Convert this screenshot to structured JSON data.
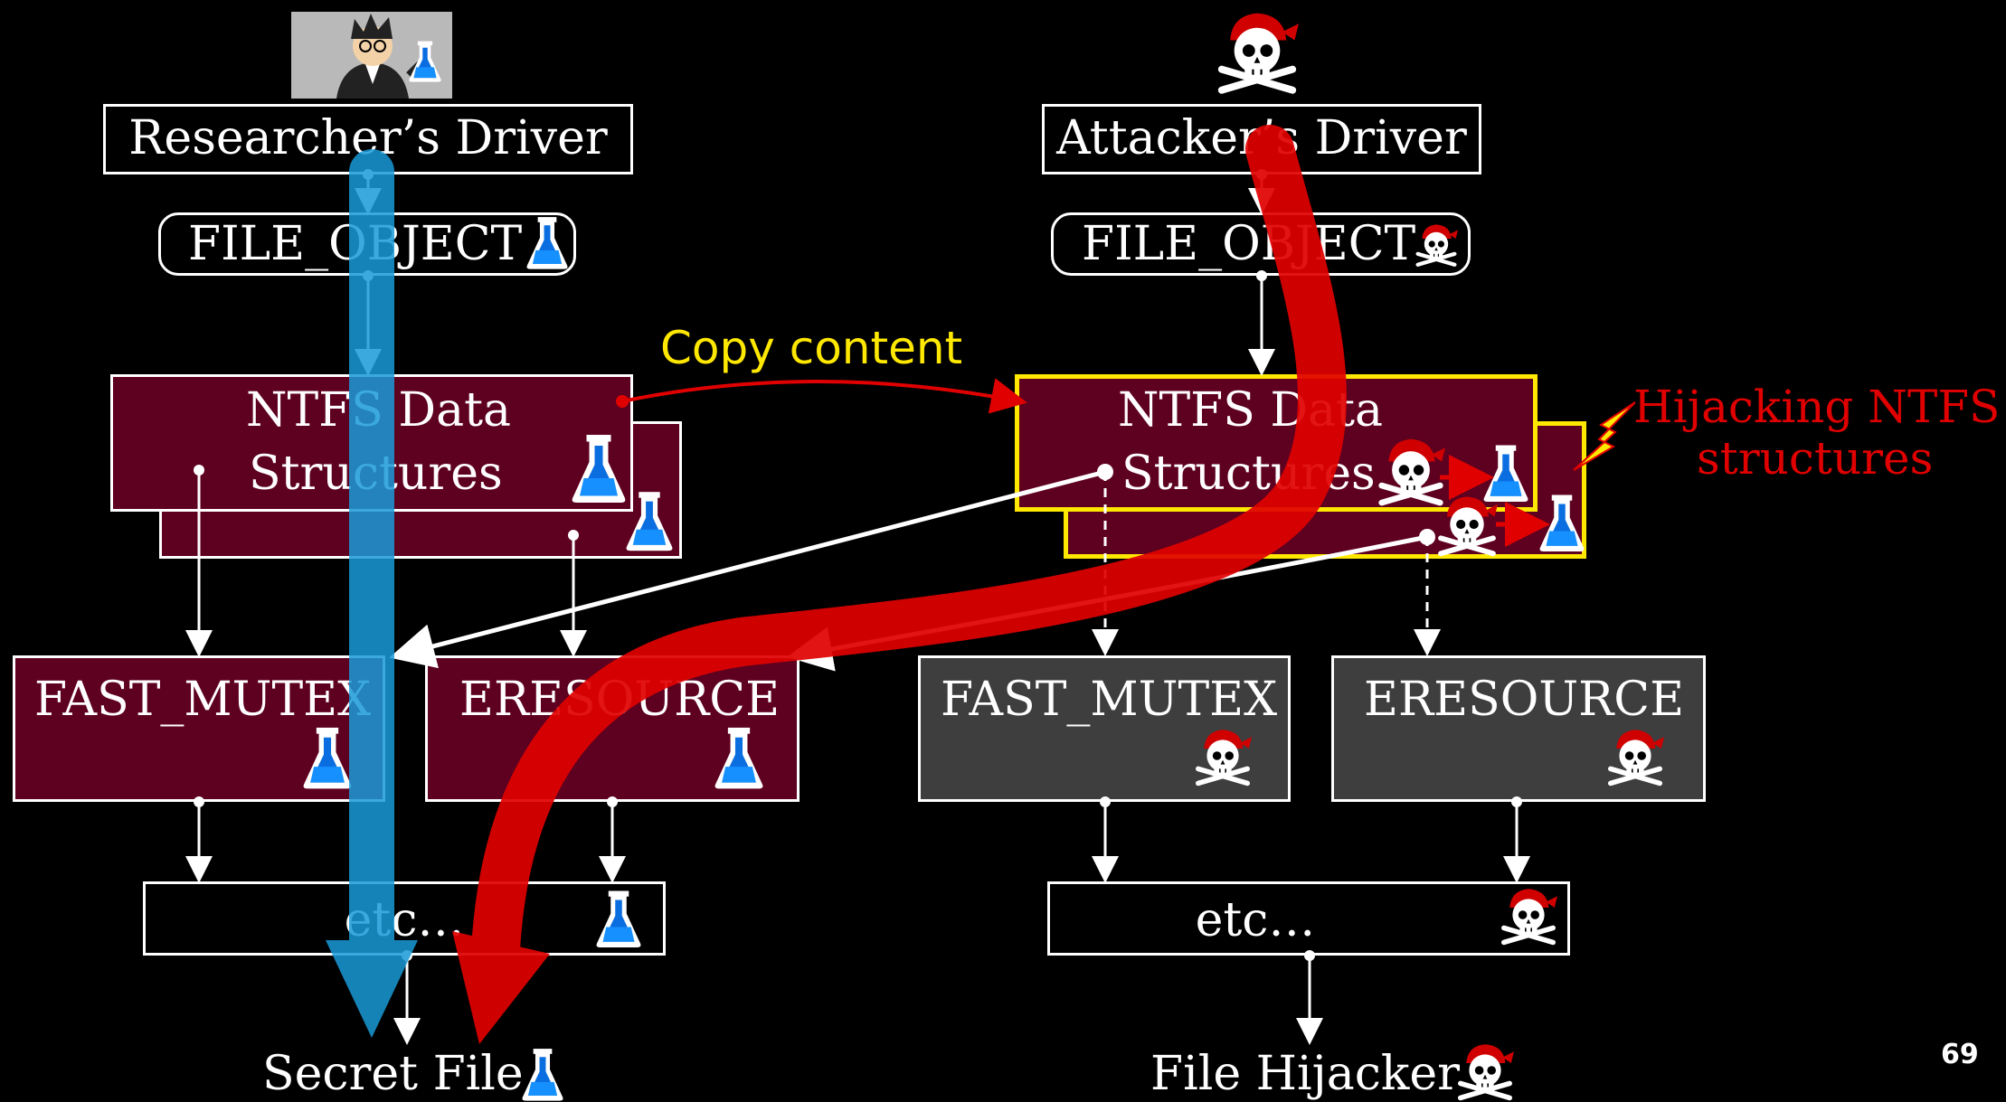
{
  "left": {
    "driver": "Researcher’s Driver",
    "file_object": "FILE_OBJECT",
    "ntfs": [
      "NTFS Data",
      "Structures"
    ],
    "fast_mutex": "FAST_MUTEX",
    "eresource": "ERESOURCE",
    "etc": "etc…",
    "file": "Secret File"
  },
  "right": {
    "driver": "Attacker’s Driver",
    "file_object": "FILE_OBJECT",
    "ntfs": [
      "NTFS Data",
      "Structures"
    ],
    "fast_mutex": "FAST_MUTEX",
    "eresource": "ERESOURCE",
    "etc": "etc…",
    "file": "File Hijacker"
  },
  "copy_label": "Copy content",
  "hijack_label": [
    "Hijacking NTFS",
    "structures"
  ],
  "slide_number": "69",
  "colors": {
    "researcher": "#1a9ad8",
    "attacker": "#e00000",
    "highlight": "#ffe800",
    "structure_fill": "#5e0020",
    "attacker_fill": "#3e3e3e"
  },
  "icons": [
    "researcher-avatar-icon",
    "pirate-skull-icon",
    "flask-icon",
    "lightning-icon"
  ]
}
